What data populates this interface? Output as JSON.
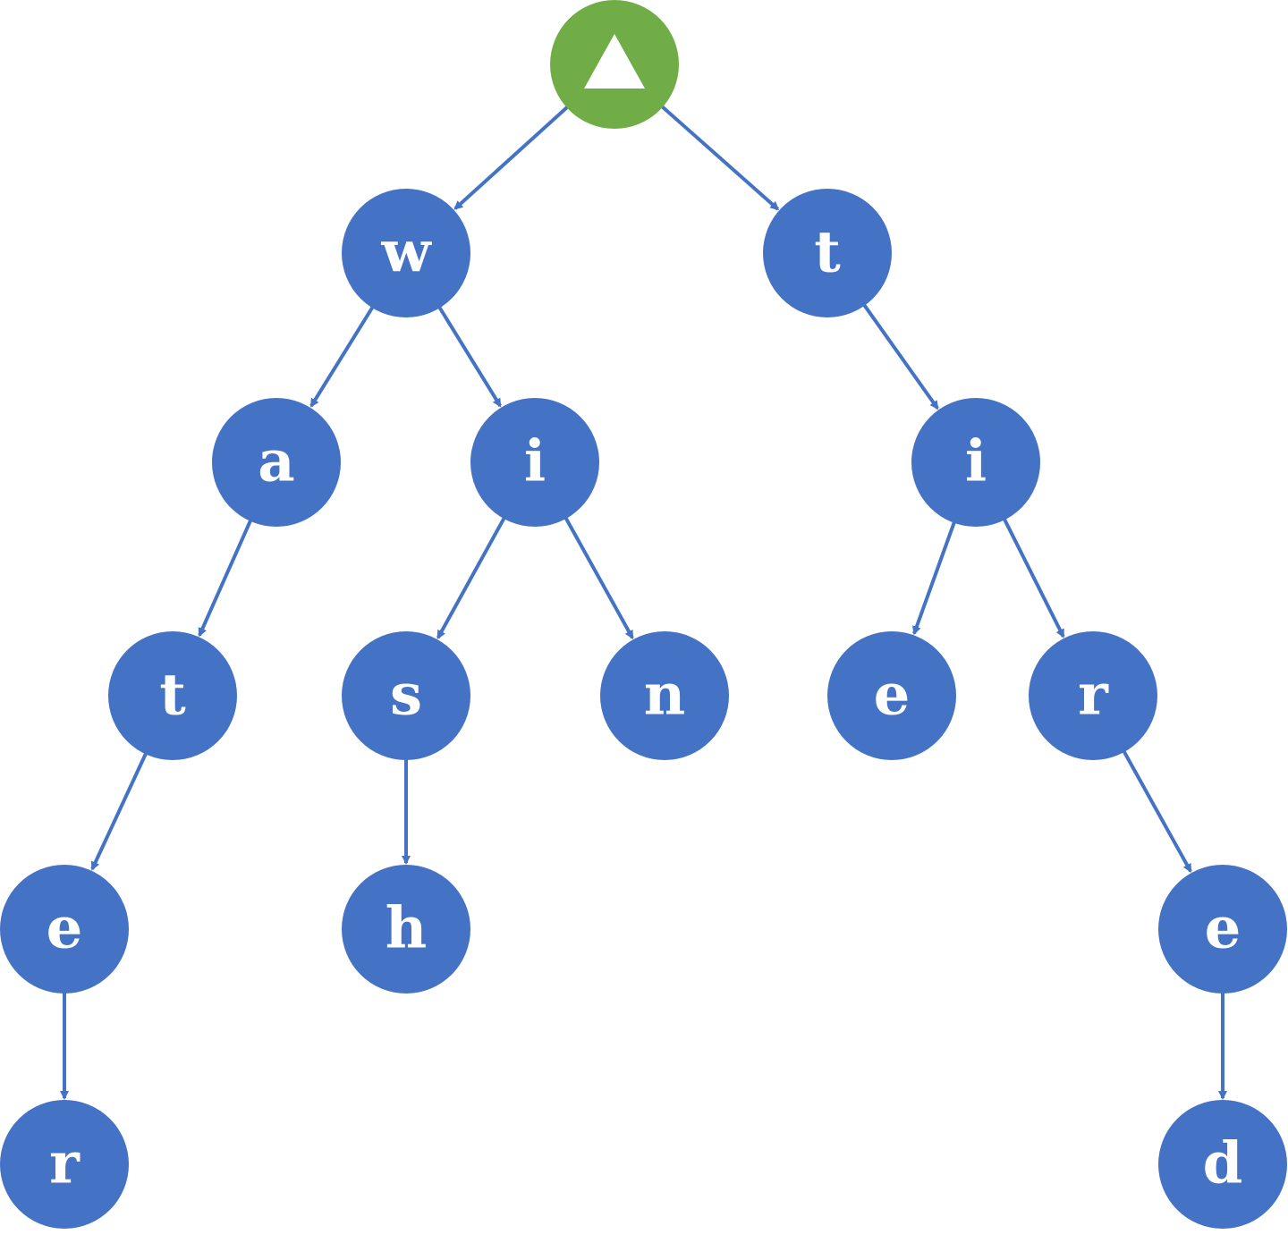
{
  "diagram": {
    "colors": {
      "node": "#4472C4",
      "root": "#70AD47",
      "edge": "#4472C4",
      "text": "#FFFFFF"
    },
    "root": {
      "id": "root",
      "icon": "triangle-icon"
    },
    "nodes": [
      {
        "id": "n_w",
        "label": "w"
      },
      {
        "id": "n_t1",
        "label": "t"
      },
      {
        "id": "n_a",
        "label": "a"
      },
      {
        "id": "n_i1",
        "label": "i"
      },
      {
        "id": "n_i2",
        "label": "i"
      },
      {
        "id": "n_t2",
        "label": "t"
      },
      {
        "id": "n_s",
        "label": "s"
      },
      {
        "id": "n_n",
        "label": "n"
      },
      {
        "id": "n_e1",
        "label": "e"
      },
      {
        "id": "n_r1",
        "label": "r"
      },
      {
        "id": "n_e2",
        "label": "e"
      },
      {
        "id": "n_h",
        "label": "h"
      },
      {
        "id": "n_e3",
        "label": "e"
      },
      {
        "id": "n_r2",
        "label": "r"
      },
      {
        "id": "n_d",
        "label": "d"
      }
    ],
    "edges": [
      [
        "root",
        "n_w"
      ],
      [
        "root",
        "n_t1"
      ],
      [
        "n_w",
        "n_a"
      ],
      [
        "n_w",
        "n_i1"
      ],
      [
        "n_t1",
        "n_i2"
      ],
      [
        "n_a",
        "n_t2"
      ],
      [
        "n_i1",
        "n_s"
      ],
      [
        "n_i1",
        "n_n"
      ],
      [
        "n_i2",
        "n_e1"
      ],
      [
        "n_i2",
        "n_r1"
      ],
      [
        "n_t2",
        "n_e2"
      ],
      [
        "n_s",
        "n_h"
      ],
      [
        "n_r1",
        "n_e3"
      ],
      [
        "n_e2",
        "n_r2"
      ],
      [
        "n_e3",
        "n_d"
      ]
    ]
  }
}
